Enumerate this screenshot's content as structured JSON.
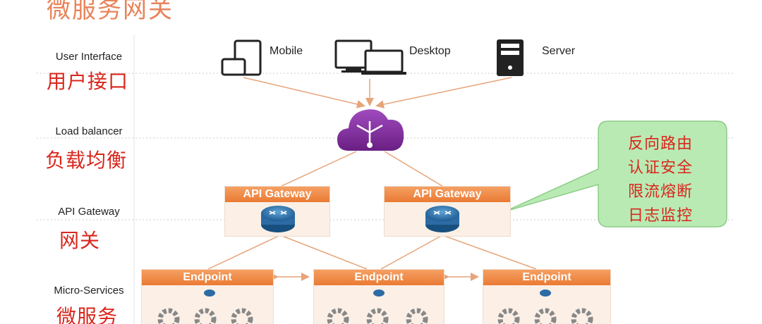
{
  "title": "微服务网关",
  "layers": [
    {
      "en": "User Interface",
      "cn": "用户接口"
    },
    {
      "en": "Load balancer",
      "cn": "负载均衡"
    },
    {
      "en": "API Gateway",
      "cn": "网关"
    },
    {
      "en": "Micro-Services",
      "cn": "微服务"
    }
  ],
  "devices": [
    {
      "label": "Mobile",
      "icon": "mobile-tablet-icon"
    },
    {
      "label": "Desktop",
      "icon": "desktop-icon"
    },
    {
      "label": "Server",
      "icon": "server-icon"
    }
  ],
  "load_balancer": {
    "icon": "cloud-load-balancer-icon"
  },
  "gateways": [
    {
      "label": "API Gateway",
      "icon": "router-icon"
    },
    {
      "label": "API Gateway",
      "icon": "router-icon"
    }
  ],
  "callout": {
    "lines": [
      "反向路由",
      "认证安全",
      "限流熔断",
      "日志监控"
    ],
    "fill": "#b9eab4"
  },
  "endpoints": [
    {
      "label": "Endpoint"
    },
    {
      "label": "Endpoint"
    },
    {
      "label": "Endpoint"
    }
  ],
  "colors": {
    "accent_orange": "#ea7a33",
    "label_red": "#d9261c",
    "cloud_purple": "#7b2d91"
  }
}
